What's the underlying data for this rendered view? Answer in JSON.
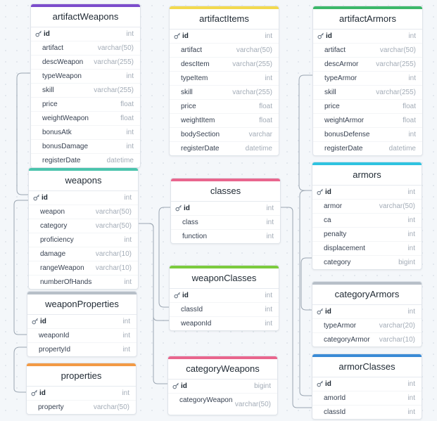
{
  "tables": {
    "artifactWeapons": {
      "title": "artifactWeapons",
      "color": "#7c4dcc",
      "columns": [
        {
          "name": "id",
          "type": "int",
          "pk": true
        },
        {
          "name": "artifact",
          "type": "varchar(50)"
        },
        {
          "name": "descWeapon",
          "type": "varchar(255)"
        },
        {
          "name": "typeWeapon",
          "type": "int"
        },
        {
          "name": "skill",
          "type": "varchar(255)"
        },
        {
          "name": "price",
          "type": "float"
        },
        {
          "name": "weightWeapon",
          "type": "float"
        },
        {
          "name": "bonusAtk",
          "type": "int"
        },
        {
          "name": "bonusDamage",
          "type": "int"
        },
        {
          "name": "registerDate",
          "type": "datetime"
        }
      ]
    },
    "artifactItems": {
      "title": "artifactItems",
      "color": "#f2d94e",
      "columns": [
        {
          "name": "id",
          "type": "int",
          "pk": true
        },
        {
          "name": "artifact",
          "type": "varchar(50)"
        },
        {
          "name": "descItem",
          "type": "varchar(255)"
        },
        {
          "name": "typeItem",
          "type": "int"
        },
        {
          "name": "skill",
          "type": "varchar(255)"
        },
        {
          "name": "price",
          "type": "float"
        },
        {
          "name": "weightItem",
          "type": "float"
        },
        {
          "name": "bodySection",
          "type": "varchar"
        },
        {
          "name": "registerDate",
          "type": "datetime"
        }
      ]
    },
    "artifactArmors": {
      "title": "artifactArmors",
      "color": "#3cb86a",
      "columns": [
        {
          "name": "id",
          "type": "int",
          "pk": true
        },
        {
          "name": "artifact",
          "type": "varchar(50)"
        },
        {
          "name": "descArmor",
          "type": "varchar(255)"
        },
        {
          "name": "typeArmor",
          "type": "int"
        },
        {
          "name": "skill",
          "type": "varchar(255)"
        },
        {
          "name": "price",
          "type": "float"
        },
        {
          "name": "weightArmor",
          "type": "float"
        },
        {
          "name": "bonusDefense",
          "type": "int"
        },
        {
          "name": "registerDate",
          "type": "datetime"
        }
      ]
    },
    "weapons": {
      "title": "weapons",
      "color": "#4cc4ad",
      "columns": [
        {
          "name": "id",
          "type": "int",
          "pk": true
        },
        {
          "name": "weapon",
          "type": "varchar(50)"
        },
        {
          "name": "category",
          "type": "varchar(50)"
        },
        {
          "name": "proficiency",
          "type": "int"
        },
        {
          "name": "damage",
          "type": "varchar(10)"
        },
        {
          "name": "rangeWeapon",
          "type": "varchar(10)"
        },
        {
          "name": "numberOfHands",
          "type": "int"
        }
      ]
    },
    "classes": {
      "title": "classes",
      "color": "#e9668e",
      "columns": [
        {
          "name": "id",
          "type": "int",
          "pk": true
        },
        {
          "name": "class",
          "type": "int"
        },
        {
          "name": "function",
          "type": "int"
        }
      ]
    },
    "armors": {
      "title": "armors",
      "color": "#2fc3e0",
      "columns": [
        {
          "name": "id",
          "type": "int",
          "pk": true
        },
        {
          "name": "armor",
          "type": "varchar(50)"
        },
        {
          "name": "ca",
          "type": "int"
        },
        {
          "name": "penalty",
          "type": "int"
        },
        {
          "name": "displacement",
          "type": "int"
        },
        {
          "name": "category",
          "type": "bigint"
        }
      ]
    },
    "weaponProperties": {
      "title": "weaponProperties",
      "color": "#b7bfc8",
      "columns": [
        {
          "name": "id",
          "type": "int",
          "pk": true
        },
        {
          "name": "weaponId",
          "type": "int"
        },
        {
          "name": "propertyId",
          "type": "int"
        }
      ]
    },
    "weaponClasses": {
      "title": "weaponClasses",
      "color": "#7ccb3e",
      "columns": [
        {
          "name": "id",
          "type": "int",
          "pk": true
        },
        {
          "name": "classId",
          "type": "int"
        },
        {
          "name": "weaponId",
          "type": "int"
        }
      ]
    },
    "categoryArmors": {
      "title": "categoryArmors",
      "color": "#b7bfc8",
      "columns": [
        {
          "name": "id",
          "type": "int",
          "pk": true
        },
        {
          "name": "typeArmor",
          "type": "varchar(20)"
        },
        {
          "name": "categoryArmor",
          "type": "varchar(10)"
        }
      ]
    },
    "properties": {
      "title": "properties",
      "color": "#f29a45",
      "columns": [
        {
          "name": "id",
          "type": "int",
          "pk": true
        },
        {
          "name": "property",
          "type": "varchar(50)"
        }
      ]
    },
    "categoryWeapons": {
      "title": "categoryWeapons",
      "color": "#e9668e",
      "columns": [
        {
          "name": "id",
          "type": "bigint",
          "pk": true
        },
        {
          "name": "categoryWeapon",
          "type": "varchar(50)",
          "wrap": true
        }
      ]
    },
    "armorClasses": {
      "title": "armorClasses",
      "color": "#3a8bd6",
      "columns": [
        {
          "name": "id",
          "type": "int",
          "pk": true
        },
        {
          "name": "amorId",
          "type": "int"
        },
        {
          "name": "classId",
          "type": "int"
        }
      ]
    }
  },
  "colors": {
    "connector": "#9aa5b1",
    "background": "#f4f7fa"
  }
}
